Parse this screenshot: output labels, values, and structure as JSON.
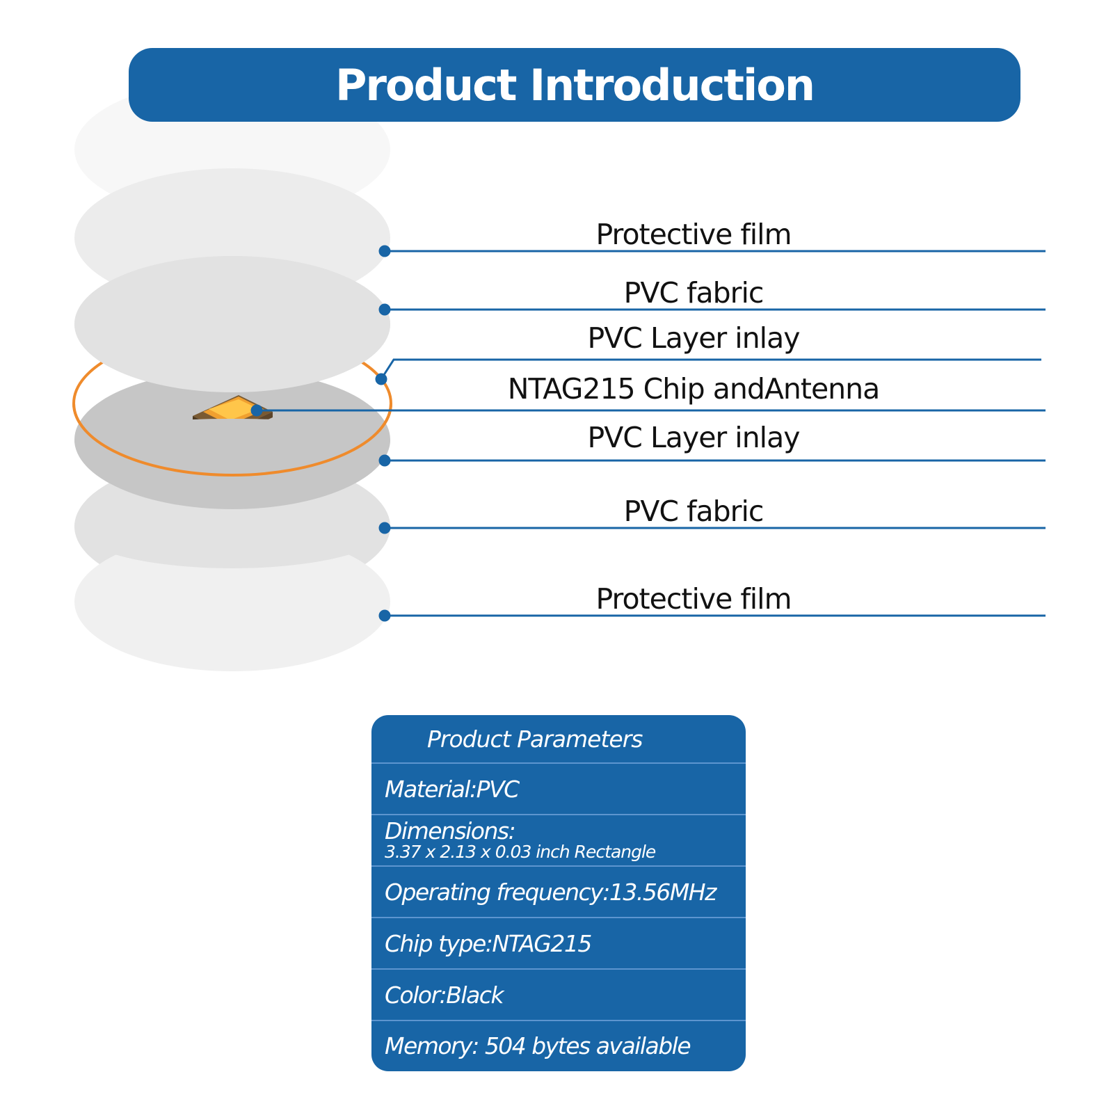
{
  "header": {
    "title": "Product Introduction"
  },
  "layers": [
    {
      "label": "Protective film"
    },
    {
      "label": "PVC fabric"
    },
    {
      "label": "PVC Layer inlay"
    },
    {
      "label": "NTAG215 Chip andAntenna"
    },
    {
      "label": "PVC Layer inlay"
    },
    {
      "label": "PVC fabric"
    },
    {
      "label": "Protective film"
    }
  ],
  "parameters": {
    "title": "Product Parameters",
    "material": "Material:PVC",
    "dimensions_label": "Dimensions:",
    "dimensions_value": "3.37 x 2.13 x 0.03 inch Rectangle",
    "frequency": "Operating frequency:13.56MHz",
    "chip": "Chip type:NTAG215",
    "color": "Color:Black",
    "memory": "Memory: 504 bytes available"
  },
  "colors": {
    "brand_blue": "#1865a6",
    "antenna_orange": "#ef8b2c",
    "chip_gold": "#f0a030",
    "divider": "#5d95cf"
  },
  "icons": {
    "chip": "nfc-chip-icon"
  }
}
